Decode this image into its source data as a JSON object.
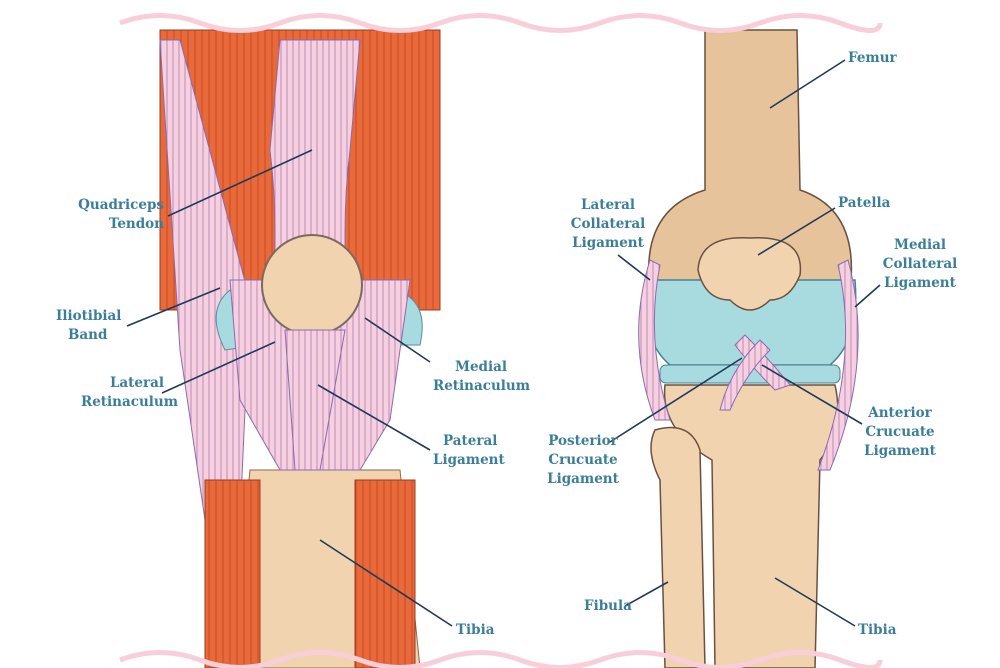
{
  "colors": {
    "label": "#3a7e9a",
    "leader": "#1e3a5a",
    "muscle": "#e8693a",
    "ligament": "#f4c6d6",
    "bone": "#f1d3b0",
    "cartilage": "#a8dbe0"
  },
  "front_view": {
    "quadriceps_tendon": [
      "Quadriceps",
      "Tendon"
    ],
    "iliotibial_band": [
      "Iliotibial",
      "Band"
    ],
    "lateral_retinaculum": [
      "Lateral",
      "Retinaculum"
    ],
    "medial_retinaculum": [
      "Medial",
      "Retinaculum"
    ],
    "pateral_ligament": [
      "Pateral",
      "Ligament"
    ],
    "tibia": "Tibia"
  },
  "bone_view": {
    "femur": "Femur",
    "patella": "Patella",
    "lateral_collateral_ligament": [
      "Lateral",
      "Collateral",
      "Ligament"
    ],
    "medial_collateral_ligament": [
      "Medial",
      "Collateral",
      "Ligament"
    ],
    "anterior_crucuate_ligament": [
      "Anterior",
      "Crucuate",
      "Ligament"
    ],
    "posterior_crucuate_ligament": [
      "Posterior",
      "Crucuate",
      "Ligament"
    ],
    "fibula": "Fibula",
    "tibia": "Tibia"
  }
}
